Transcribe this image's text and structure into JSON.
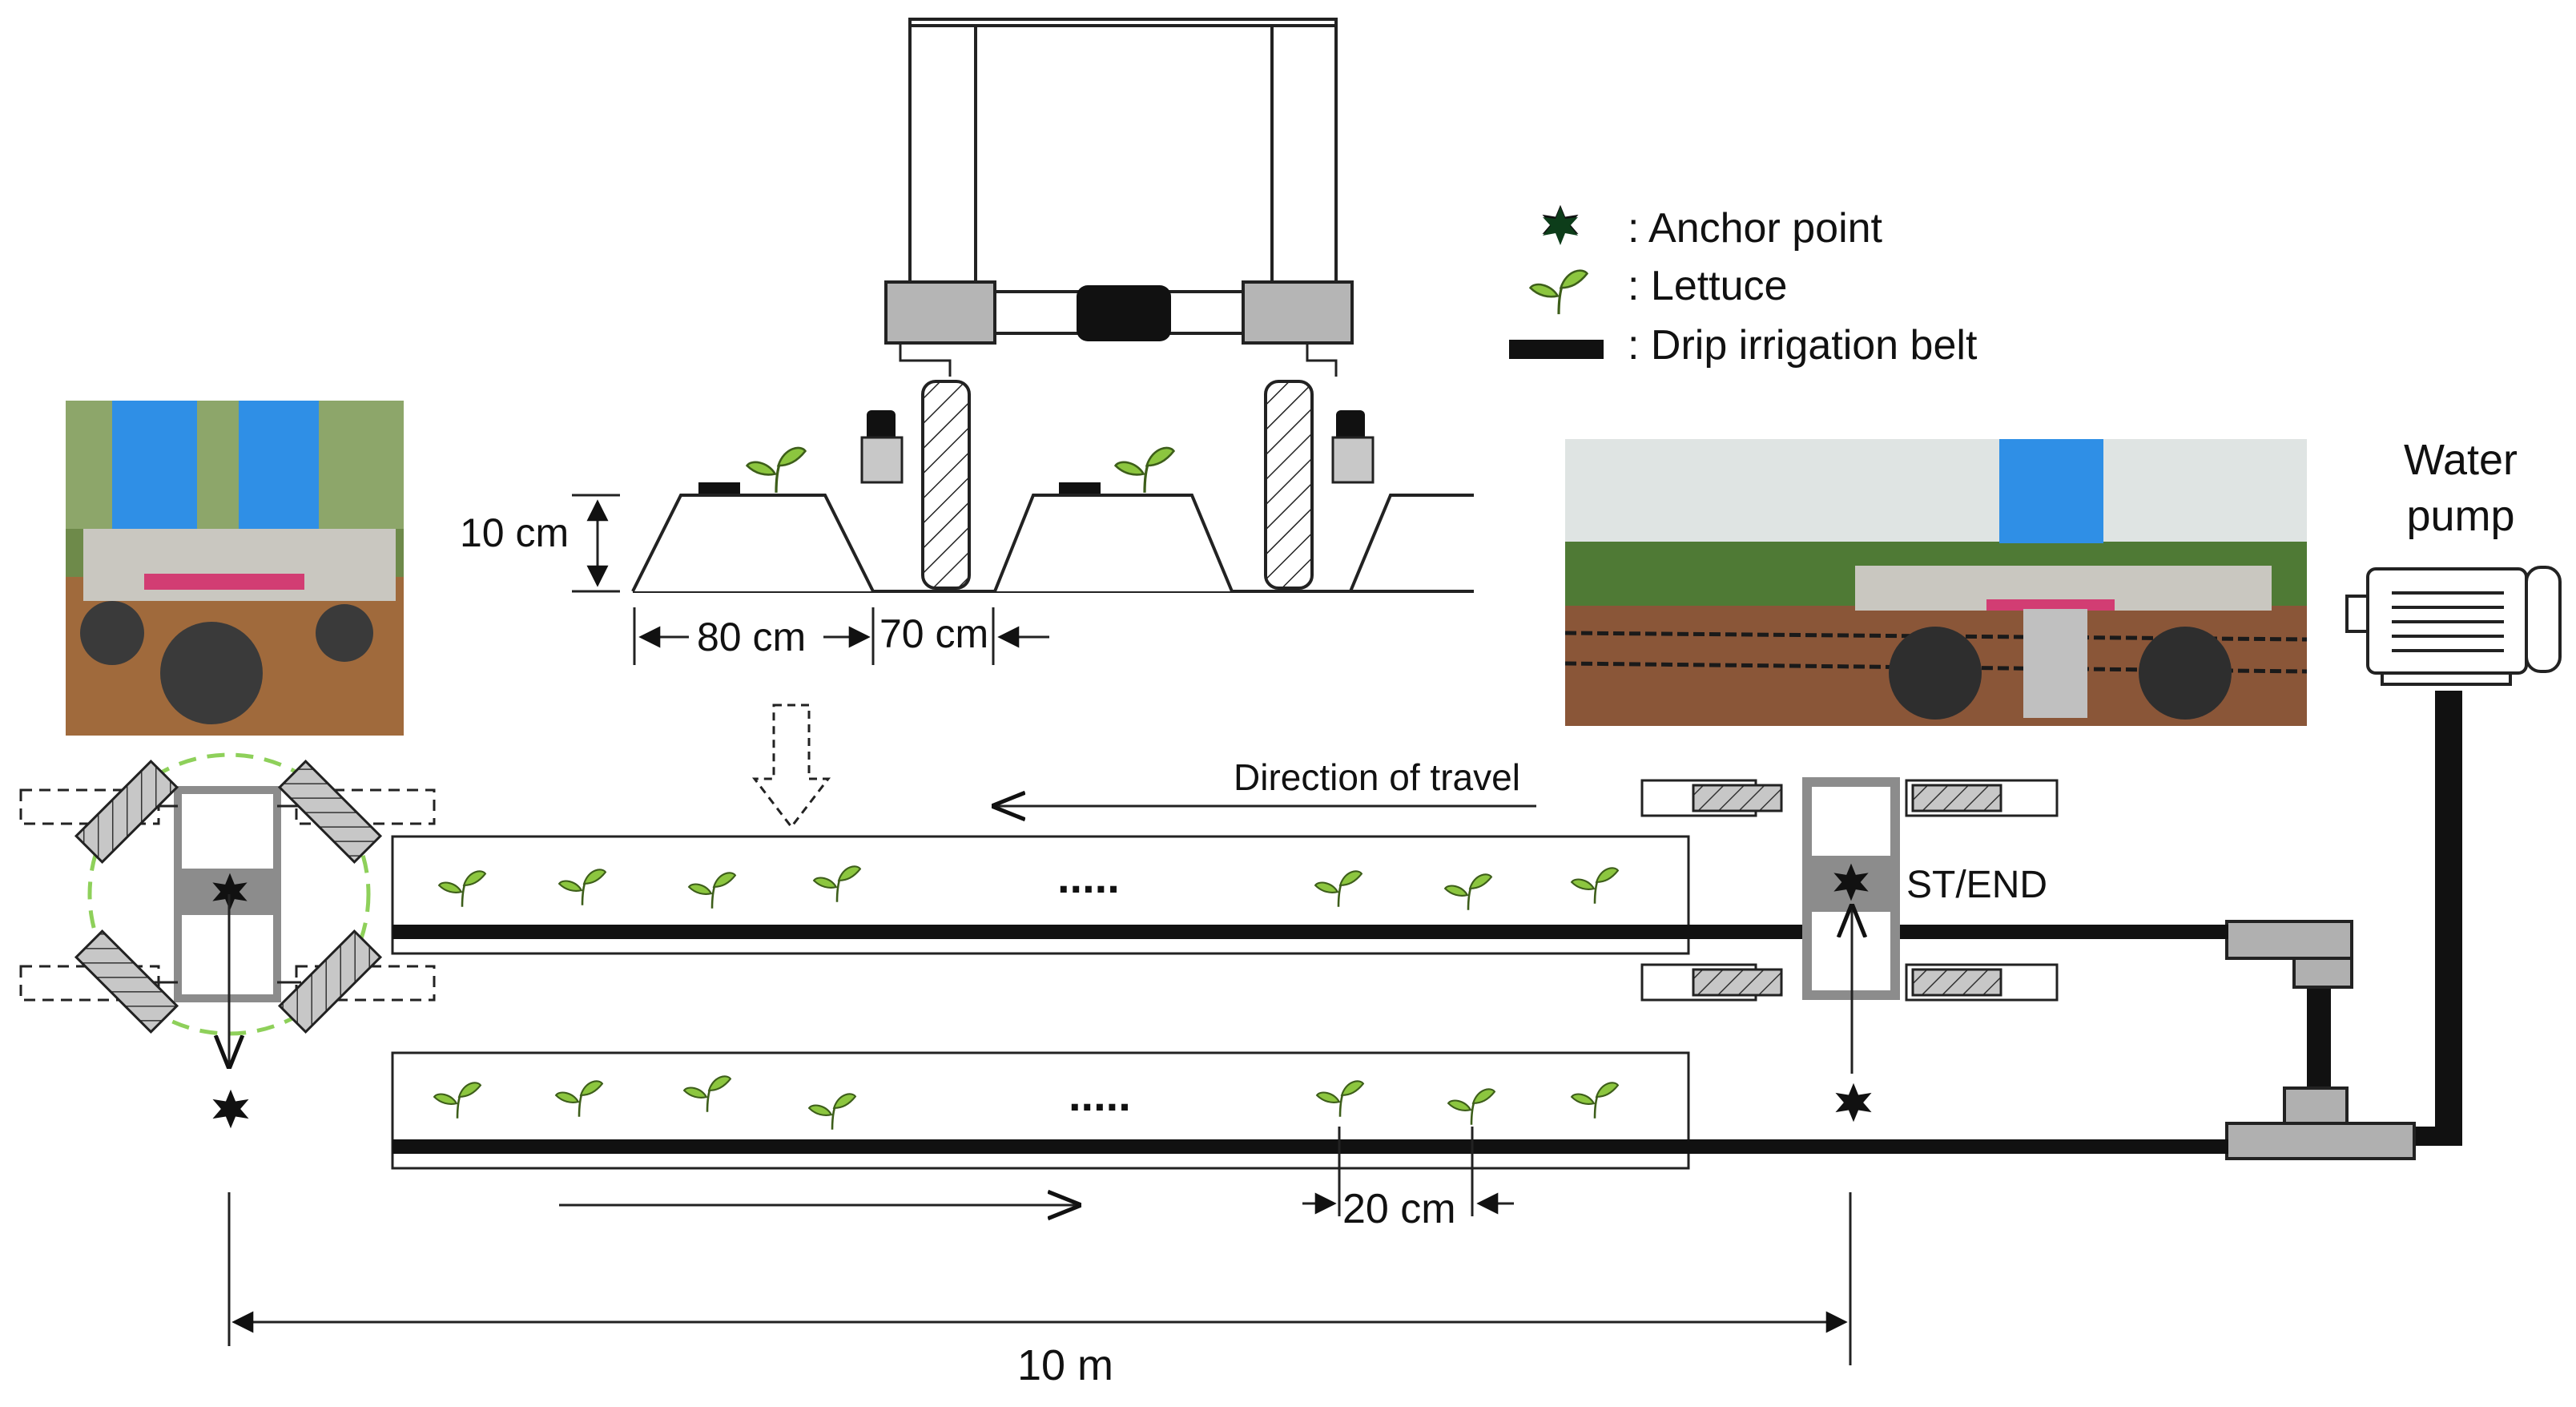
{
  "legend": {
    "anchor_label": ": Anchor point",
    "lettuce_label": ": Lettuce",
    "belt_label": ": Drip irrigation belt"
  },
  "pump": {
    "label_line1": "Water",
    "label_line2": "pump"
  },
  "cross_section": {
    "height_label": "10 cm",
    "bed_width_label": "80 cm",
    "furrow_width_label": "70 cm"
  },
  "layout_labels": {
    "direction_label": "Direction of travel",
    "start_end_label": "ST/END",
    "ellipsis_top": ".....",
    "ellipsis_bottom": ".....",
    "plant_spacing_label": "20 cm",
    "total_length_label": "10 m"
  },
  "colors": {
    "frame_gray": "#8c8c8c",
    "box_gray": "#b0b0b0",
    "turn_circle": "#8ed05a",
    "leaf_green": "#7fbf2a",
    "stem_pink": "#d23d73",
    "robot_blue": "#2f8fe6"
  }
}
